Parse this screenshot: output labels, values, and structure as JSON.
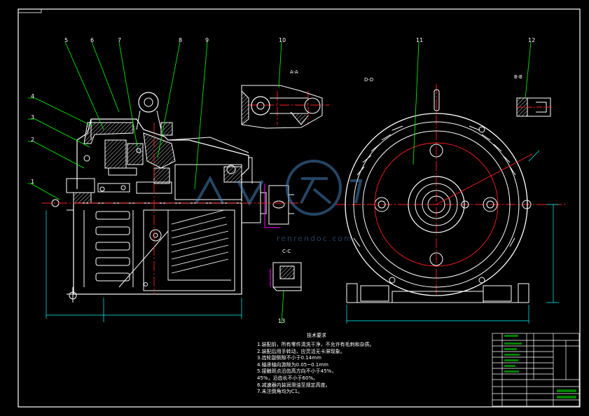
{
  "labels": [
    {
      "id": "1",
      "text": "1"
    },
    {
      "id": "2",
      "text": "2"
    },
    {
      "id": "3",
      "text": "3"
    },
    {
      "id": "4",
      "text": "4"
    },
    {
      "id": "5",
      "text": "5"
    },
    {
      "id": "6",
      "text": "6"
    },
    {
      "id": "7",
      "text": "7"
    },
    {
      "id": "8",
      "text": "8"
    },
    {
      "id": "9",
      "text": "9"
    },
    {
      "id": "10",
      "text": "10"
    },
    {
      "id": "11",
      "text": "11"
    },
    {
      "id": "12",
      "text": "12"
    },
    {
      "id": "13",
      "text": "13"
    }
  ],
  "sections": {
    "aa": "A-A",
    "bb": "B-B",
    "cc": "C-C",
    "dd": "D-D"
  },
  "notes": {
    "title": "技术要求",
    "lines": [
      "1.装配前，所有零件清洗干净，不允许有毛刺和杂质。",
      "2.装配后用手转动，应灵活无卡滞现象。",
      "3.齿轮副侧隙不小于0.14mm",
      "4.轴承轴向游隙为0.05~0.1mm",
      "5.接触斑点沿齿高方向不小于45%，",
      "45%，沿齿长不小于60%。",
      "6.减速器内装润滑油至规定高度。",
      "7.未注倒角均为C1。"
    ]
  },
  "watermark": {
    "url_text": "renrendoc.com"
  },
  "colors": {
    "line": "#ffffff",
    "part_label": "#00ff00",
    "center": "#ff2020",
    "fill": "#ffffff",
    "dims": "#00ffff",
    "hidden": "#ff00ff",
    "watermark": "#4a8ac8"
  }
}
